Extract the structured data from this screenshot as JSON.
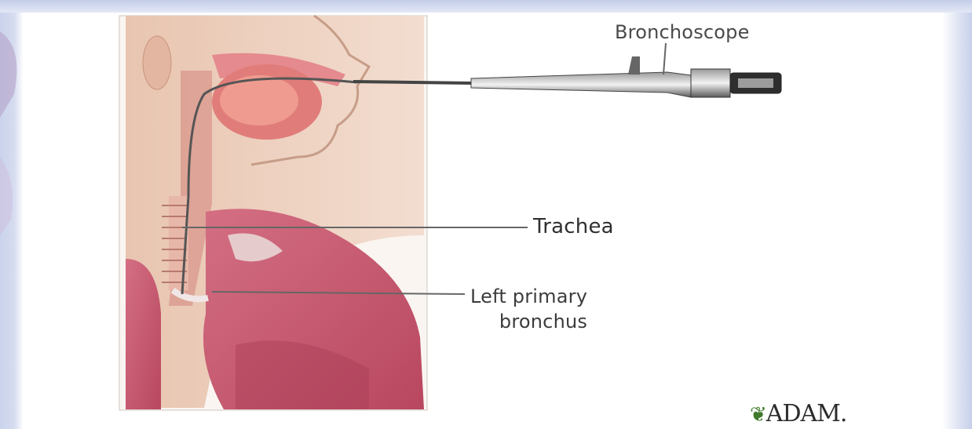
{
  "labels": {
    "bronchoscope": "Bronchoscope",
    "trachea": "Trachea",
    "left_primary_bronchus_line1": "Left primary",
    "left_primary_bronchus_line2": "bronchus"
  },
  "logo": {
    "text": "ADAM.",
    "icon": "leaf-icon"
  },
  "colors": {
    "lung": "#c2566b",
    "skin": "#e9c9b6",
    "label_text": "#333333",
    "slide_border": "#c9d3ec"
  }
}
